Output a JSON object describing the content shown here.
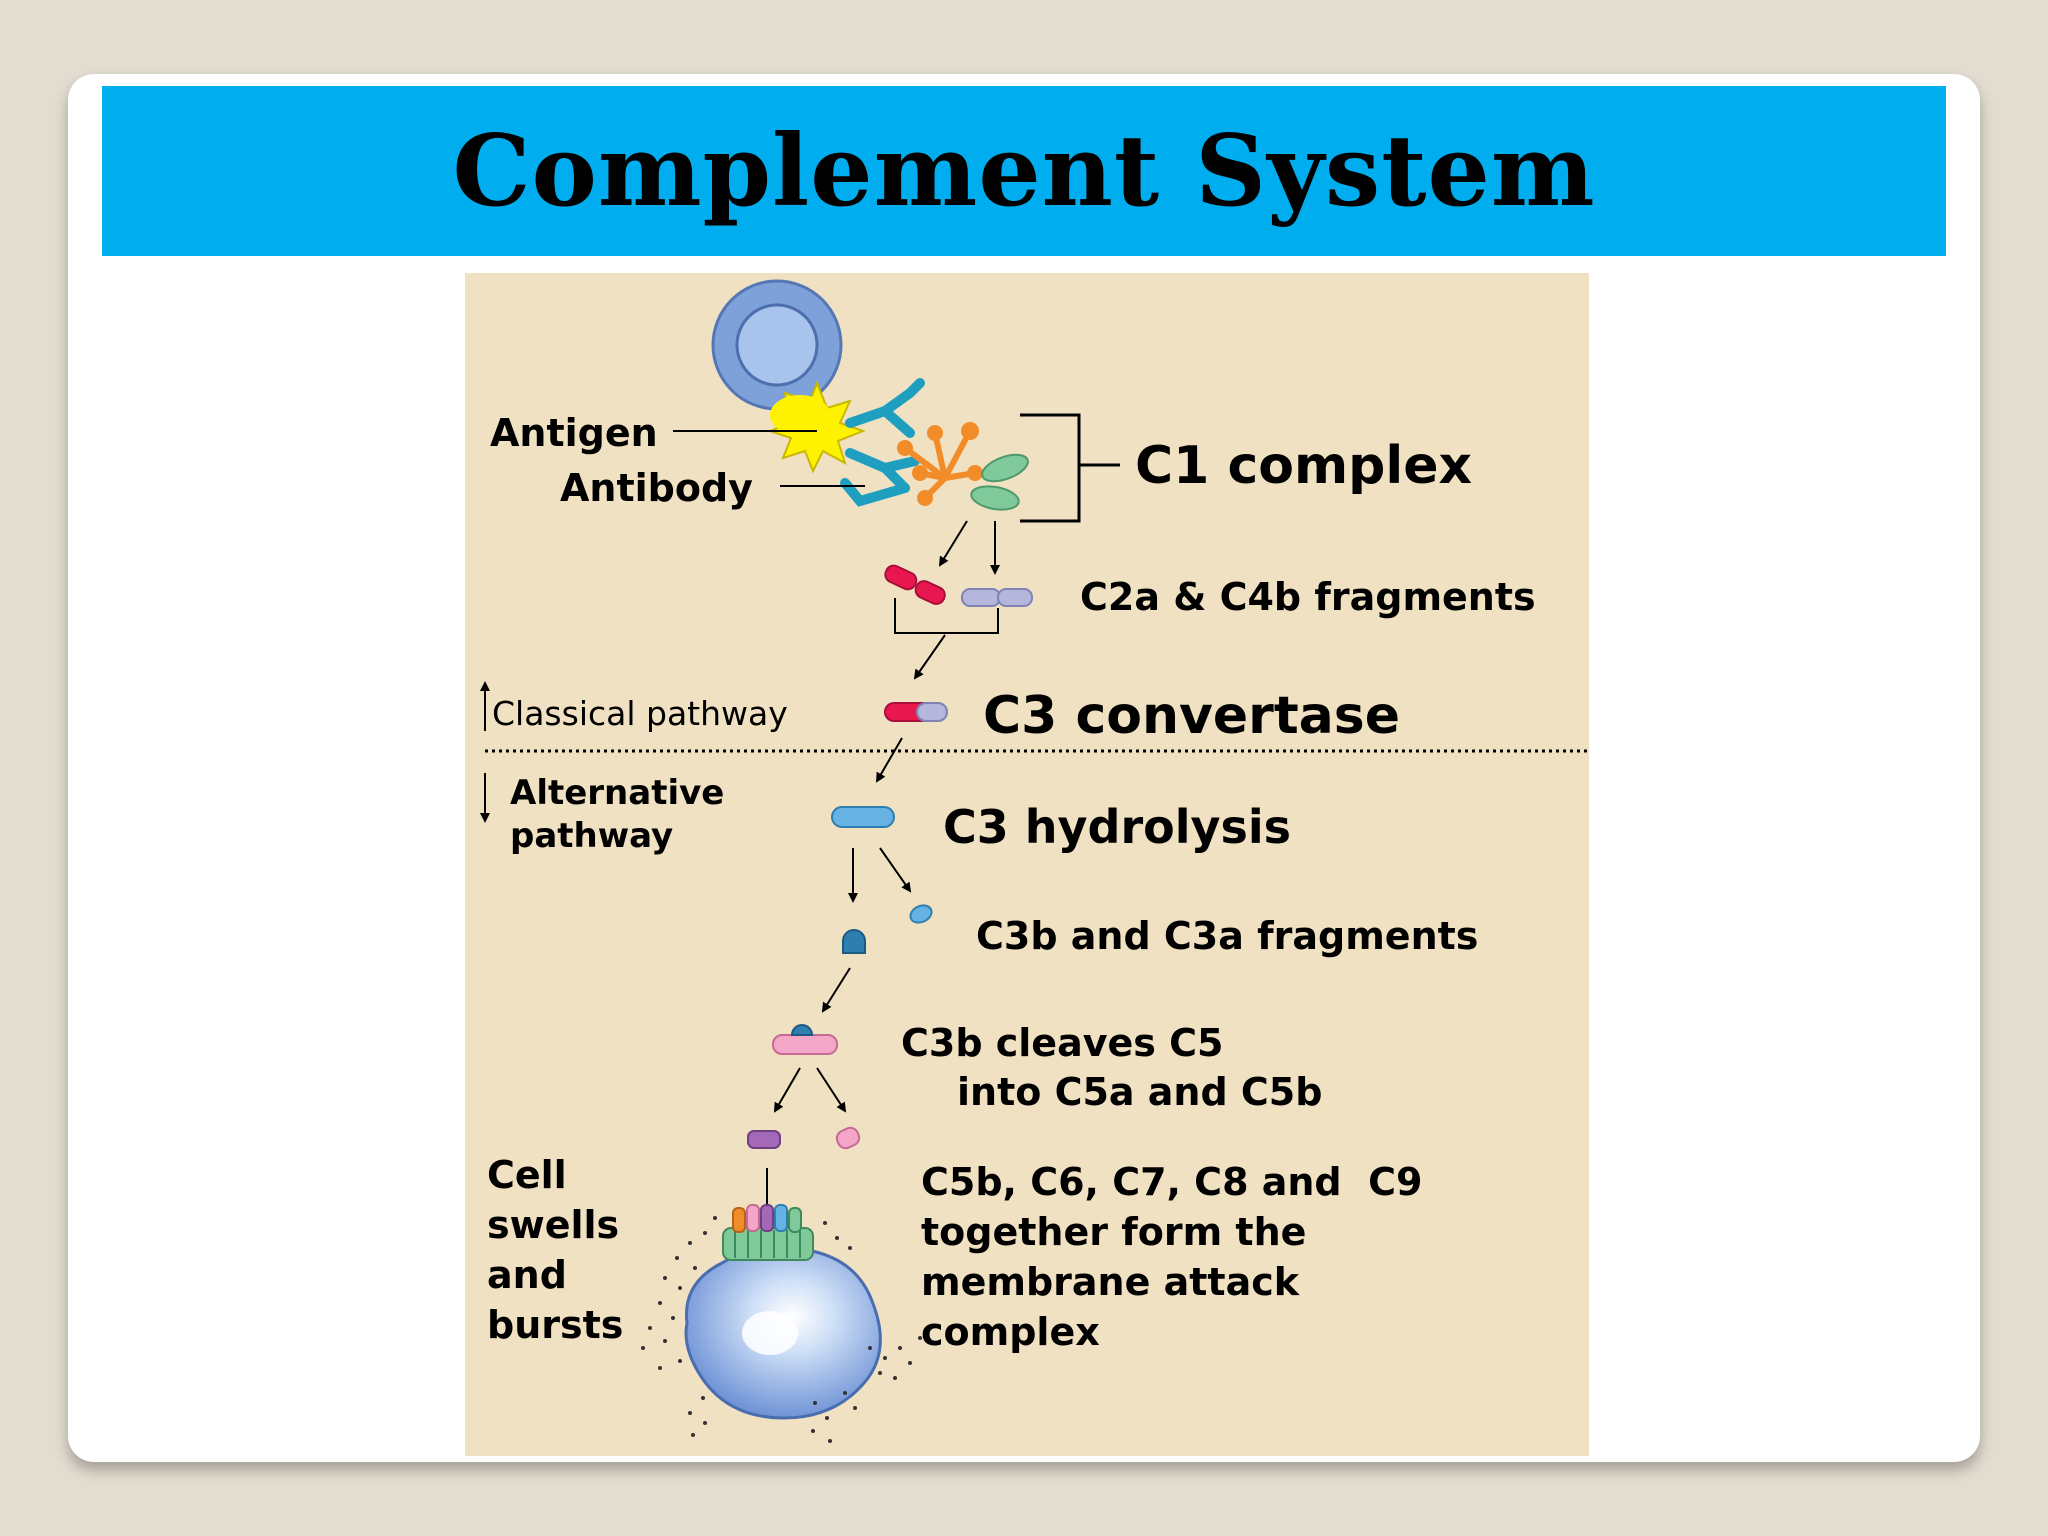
{
  "slide": {
    "title": "Complement System"
  },
  "diagram": {
    "labels": {
      "antigen": "Antigen",
      "antibody": "Antibody",
      "c1_complex": "C1 complex",
      "c2a_c4b": "C2a & C4b fragments",
      "classical": "Classical pathway",
      "c3_convertase": "C3 convertase",
      "alternative_1": "Alternative",
      "alternative_2": "pathway",
      "c3_hydrolysis": "C3 hydrolysis",
      "c3b_c3a": "C3b and C3a fragments",
      "c3b_cleaves_1": "C3b cleaves C5",
      "c3b_cleaves_2": "into C5a and C5b",
      "cell_1": "Cell",
      "cell_2": "swells",
      "cell_3": "and",
      "cell_4": "bursts",
      "mac_1": "C5b, C6, C7, C8 and  C9",
      "mac_2": "together form the",
      "mac_3": "membrane attack",
      "mac_4": "complex"
    }
  }
}
